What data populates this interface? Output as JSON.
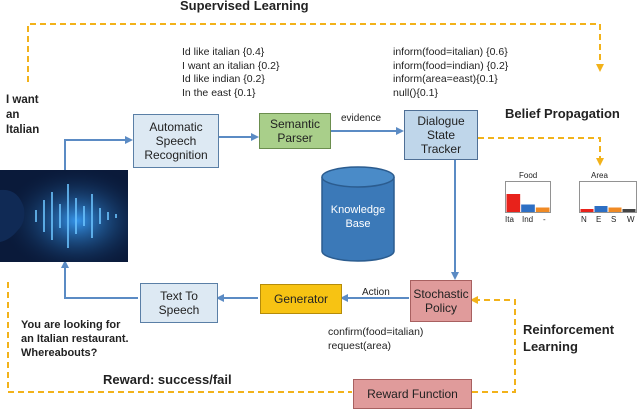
{
  "headings": {
    "supervised": "Supervised Learning",
    "belief": "Belief Propagation",
    "reinforcement_1": "Reinforcement",
    "reinforcement_2": "Learning",
    "reward": "Reward: success/fail"
  },
  "user_utterance": [
    "I want",
    "an",
    "Italian"
  ],
  "asr_hypotheses": [
    "Id like italian {0.4}",
    "I want an italian {0.2}",
    "Id like indian {0.2}",
    "In the east {0.1}"
  ],
  "belief_states": [
    "inform(food=italian) {0.6}",
    "inform(food=indian) {0.2}",
    "inform(area=east){0.1}",
    "null(){0.1}"
  ],
  "boxes": {
    "asr": [
      "Automatic",
      "Speech",
      "Recognition"
    ],
    "parser": [
      "Semantic",
      "Parser"
    ],
    "dst": [
      "Dialogue",
      "State",
      "Tracker"
    ],
    "kb": [
      "Knowledge",
      "Base"
    ],
    "tts": [
      "Text To",
      "Speech"
    ],
    "generator": "Generator",
    "policy": [
      "Stochastic",
      "Policy"
    ],
    "reward_fn": "Reward Function"
  },
  "edges": {
    "evidence": "evidence",
    "action": "Action"
  },
  "policy_acts": [
    "confirm(food=italian)",
    "request(area)"
  ],
  "system_utterance": [
    "You are looking for",
    "an Italian restaurant.",
    "Whereabouts?"
  ],
  "mini_charts": [
    {
      "title": "Food",
      "categories": [
        "Ita",
        "Ind",
        "-"
      ],
      "values": [
        0.6,
        0.25,
        0.15
      ],
      "colors": [
        "#e8221b",
        "#2d6fc4",
        "#f08a24"
      ]
    },
    {
      "title": "Area",
      "categories": [
        "N",
        "E",
        "S",
        "W"
      ],
      "values": [
        0.1,
        0.2,
        0.15,
        0.1
      ],
      "colors": [
        "#e8221b",
        "#2d6fc4",
        "#f08a24",
        "#444444"
      ]
    }
  ],
  "colors": {
    "arrow": "#5b8bc4",
    "dashed": "#f2b21a",
    "speaker_bg": "#0a1a3a",
    "wave": "#4cb3ff"
  }
}
